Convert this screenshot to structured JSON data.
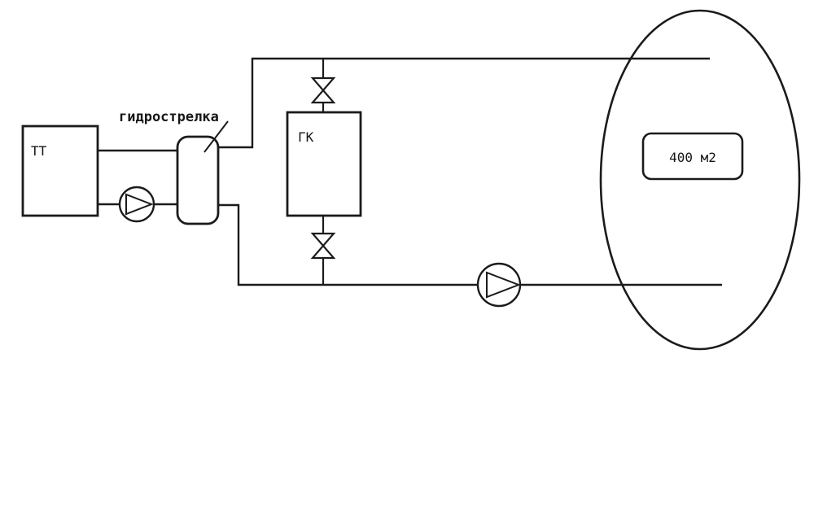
{
  "diagram": {
    "boiler_tt_label": "ТТ",
    "boiler_gk_label": "ГК",
    "separator_label": "гидрострелка",
    "area_label": "400 м2"
  },
  "icons": {
    "pump": "pump-icon",
    "valve": "valve-icon"
  },
  "colors": {
    "line": "#1b1b1b",
    "background": "#ffffff"
  }
}
